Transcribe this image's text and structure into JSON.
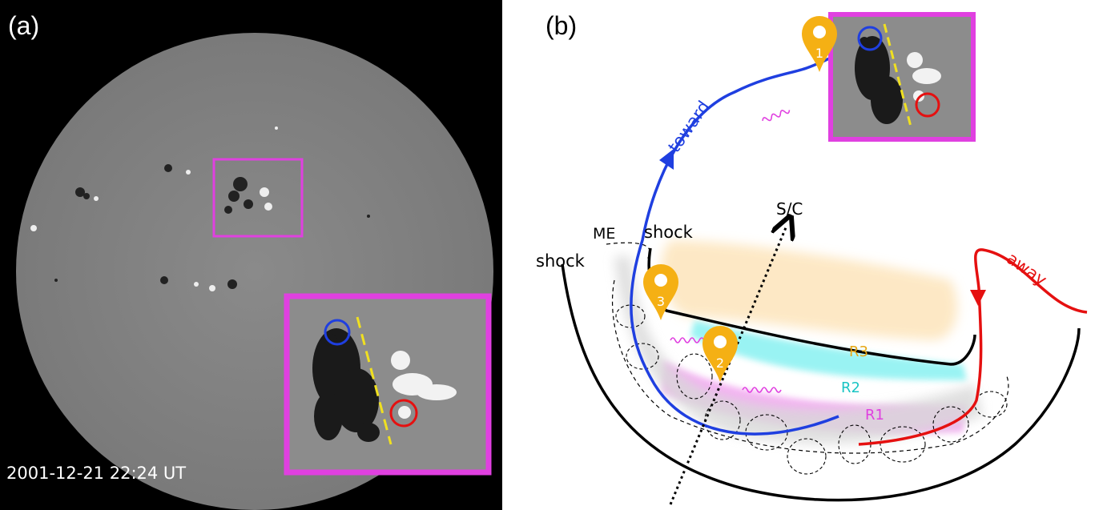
{
  "panel_a": {
    "label": "(a)",
    "timestamp": "2001-12-21 22:24 UT"
  },
  "panel_b": {
    "label": "(b)",
    "labels": {
      "shock_outer": "shock",
      "shock_inner": "shock",
      "me": "ME",
      "sc": "S/C",
      "toward": "toward",
      "away": "away",
      "r1": "R1",
      "r2": "R2",
      "r3": "R3"
    },
    "markers": [
      "1",
      "2",
      "3"
    ]
  },
  "colors": {
    "box": "#e040e0",
    "toward": "#1f3fe0",
    "away": "#e51010",
    "marker": "#f5b014",
    "r1": "#f2a6f0",
    "r2": "#8ff2f2",
    "r3": "#fde6bf",
    "neutral_line": "#f0e020"
  }
}
